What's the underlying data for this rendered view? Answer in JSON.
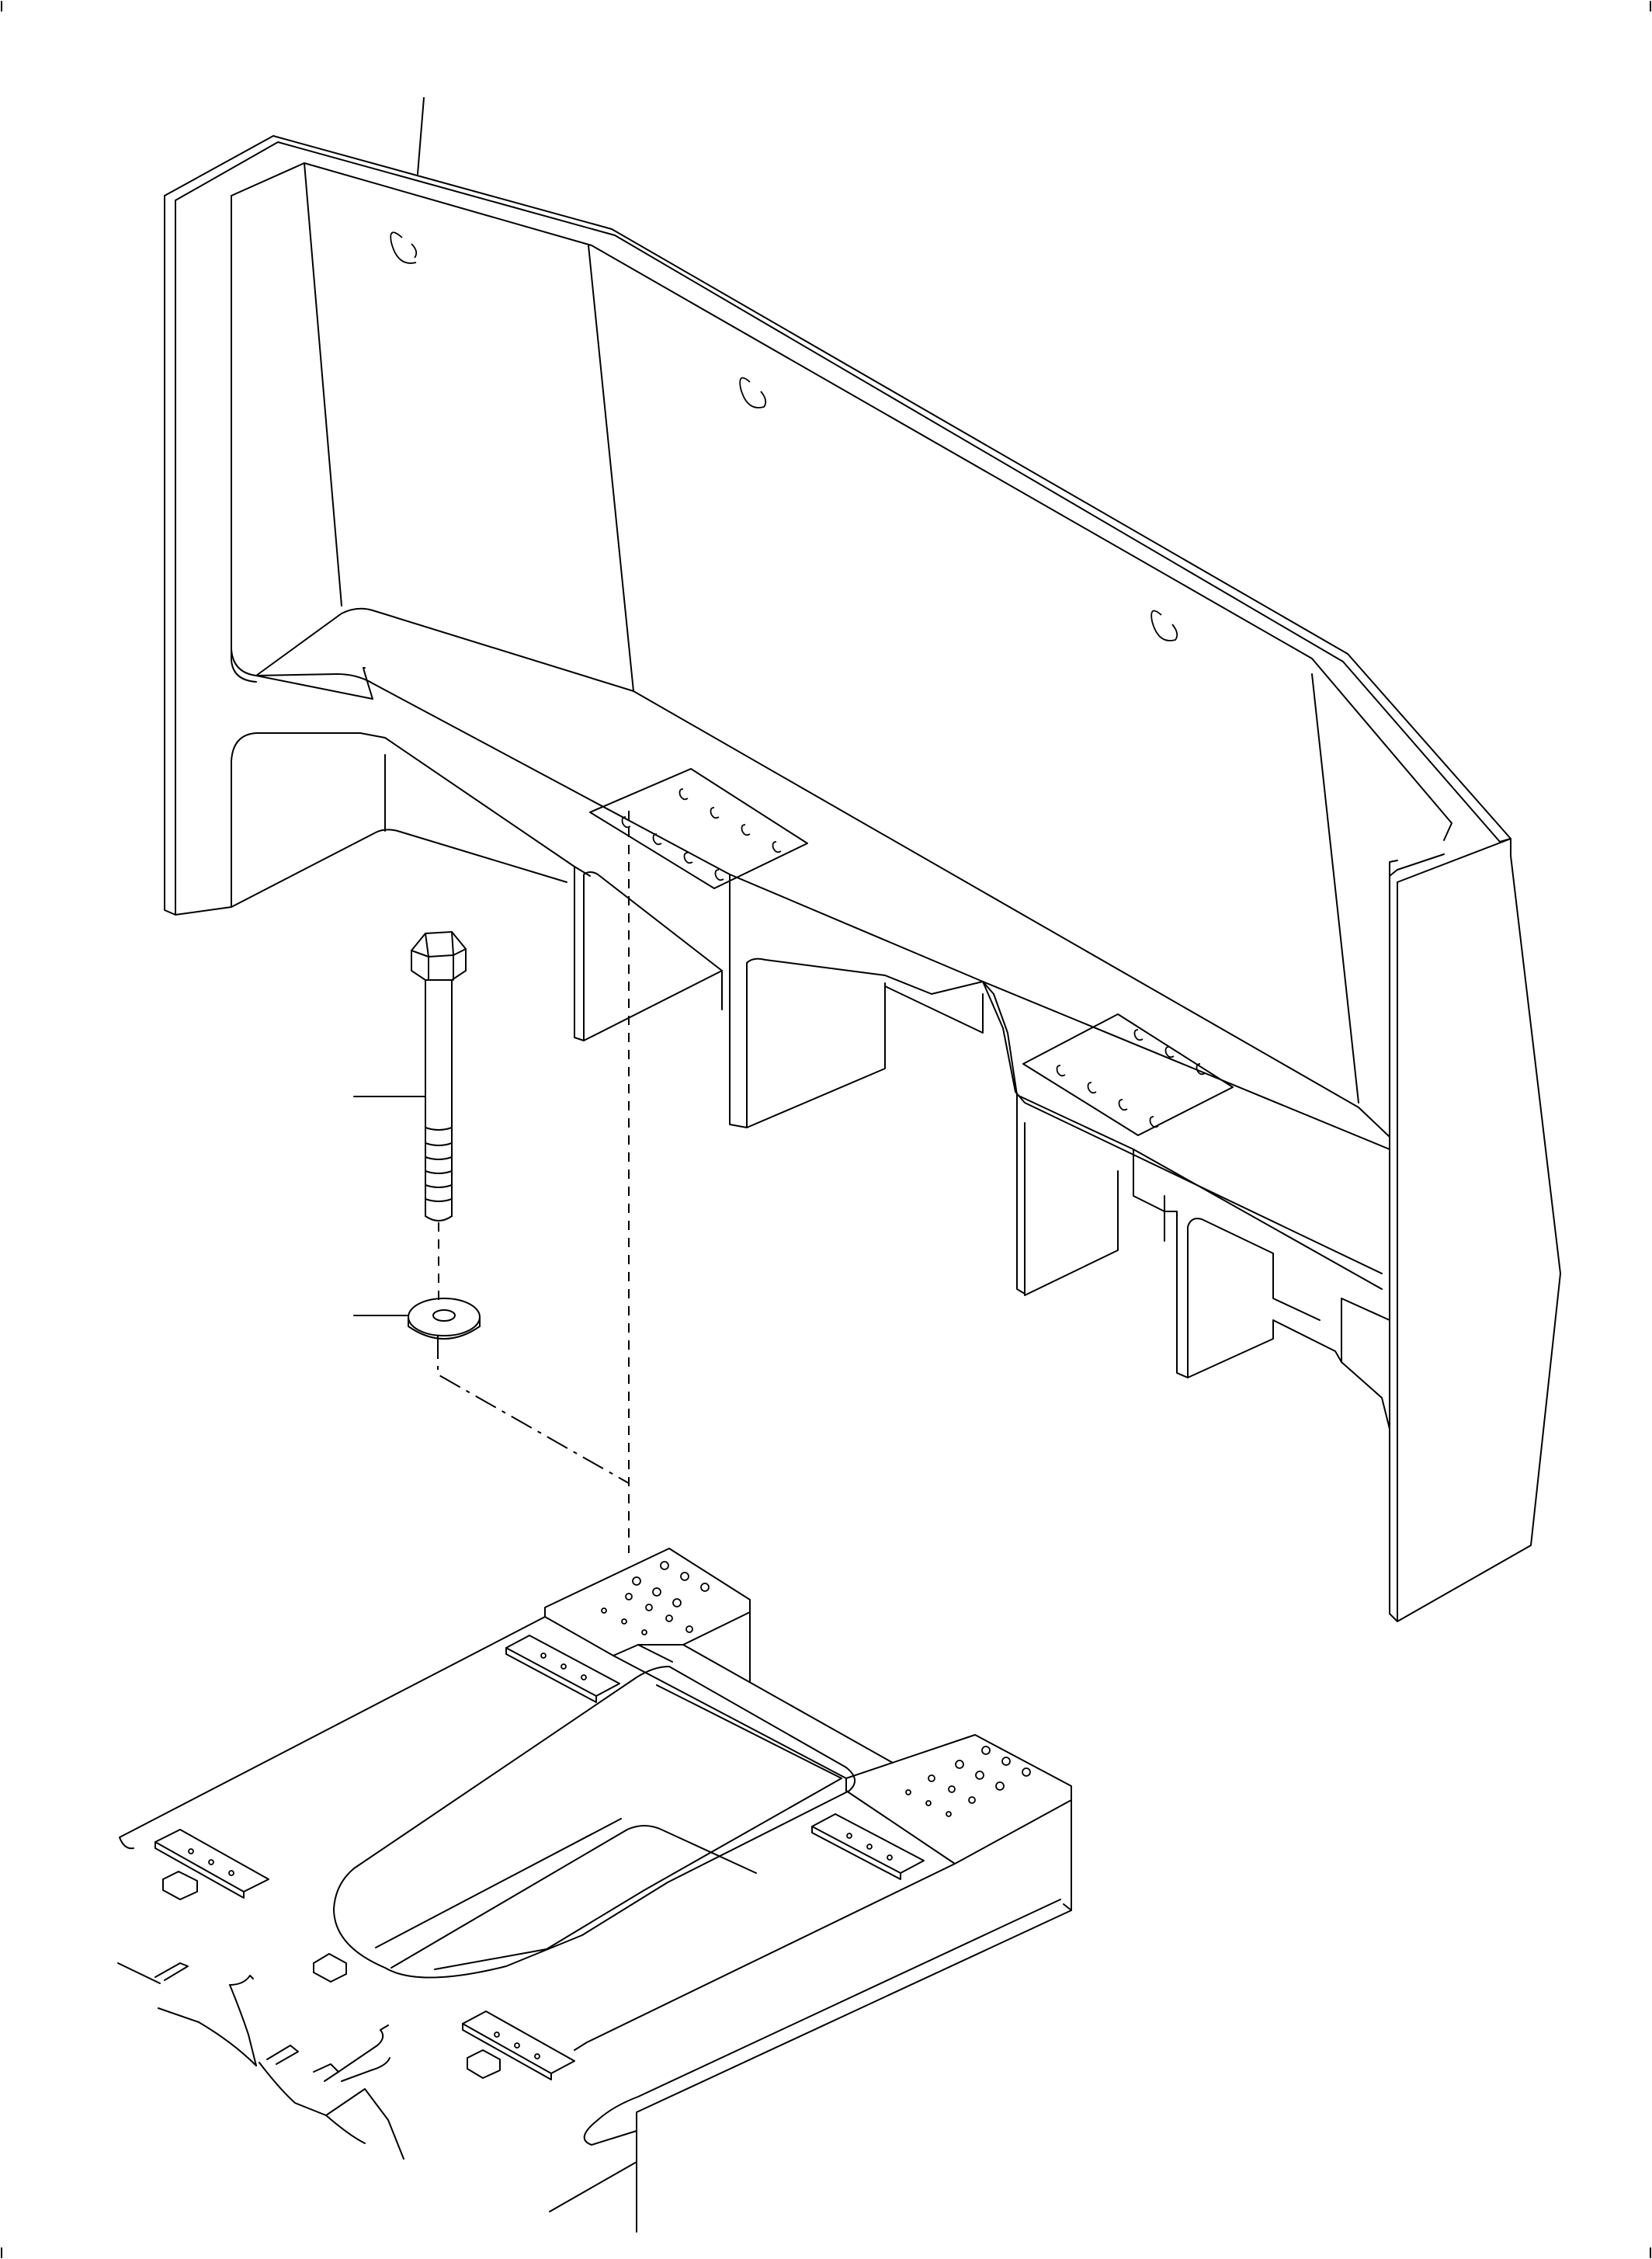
{
  "drawing": {
    "type": "exploded-parts-illustration",
    "background": "#ffffff",
    "line_color": "#000000",
    "parts": [
      "counterweight",
      "bolt",
      "washer",
      "frame"
    ],
    "callouts": [
      {
        "target": "counterweight",
        "label": ""
      },
      {
        "target": "bolt",
        "label": ""
      },
      {
        "target": "washer",
        "label": ""
      }
    ]
  }
}
